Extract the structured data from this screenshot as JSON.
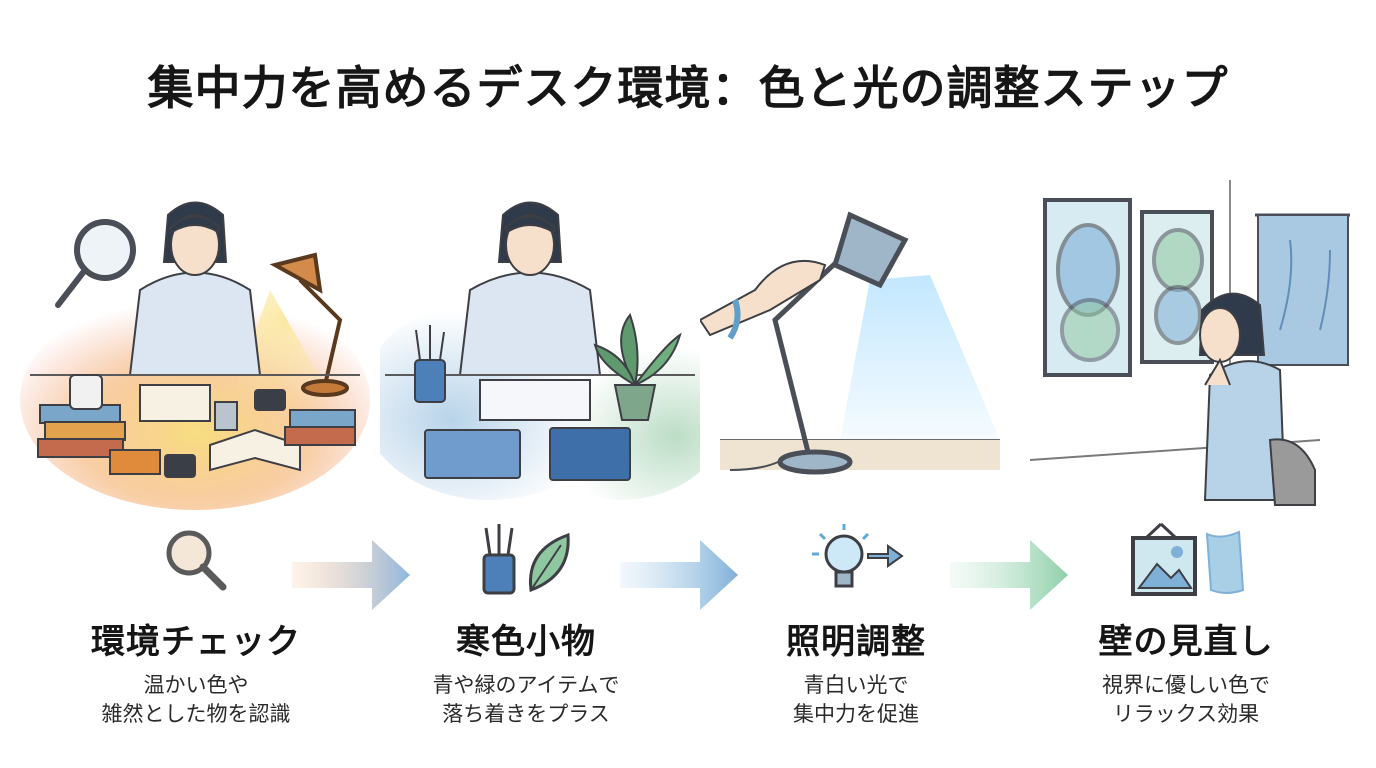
{
  "title": "集中力を高めるデスク環境：色と光の調整ステップ",
  "steps": [
    {
      "label": "環境チェック",
      "desc_line1": "温かい色や",
      "desc_line2": "雑然とした物を認識",
      "icon": "magnifier-icon"
    },
    {
      "label": "寒色小物",
      "desc_line1": "青や緑のアイテムで",
      "desc_line2": "落ち着きをプラス",
      "icon": "pen-cup-and-leaf-icon"
    },
    {
      "label": "照明調整",
      "desc_line1": "青白い光で",
      "desc_line2": "集中力を促進",
      "icon": "lightbulb-arrow-icon"
    },
    {
      "label": "壁の見直し",
      "desc_line1": "視界に優しい色で",
      "desc_line2": "リラックス効果",
      "icon": "picture-frame-and-cloth-icon"
    }
  ],
  "colors": {
    "warm_orange": "#f3a65a",
    "warm_yellow": "#f6d86b",
    "cool_blue": "#7fb0d8",
    "cool_green": "#8fc7a0",
    "arrow_blue": "#8fb7df",
    "arrow_green": "#8fcfa9",
    "outline": "#4a4f57"
  }
}
